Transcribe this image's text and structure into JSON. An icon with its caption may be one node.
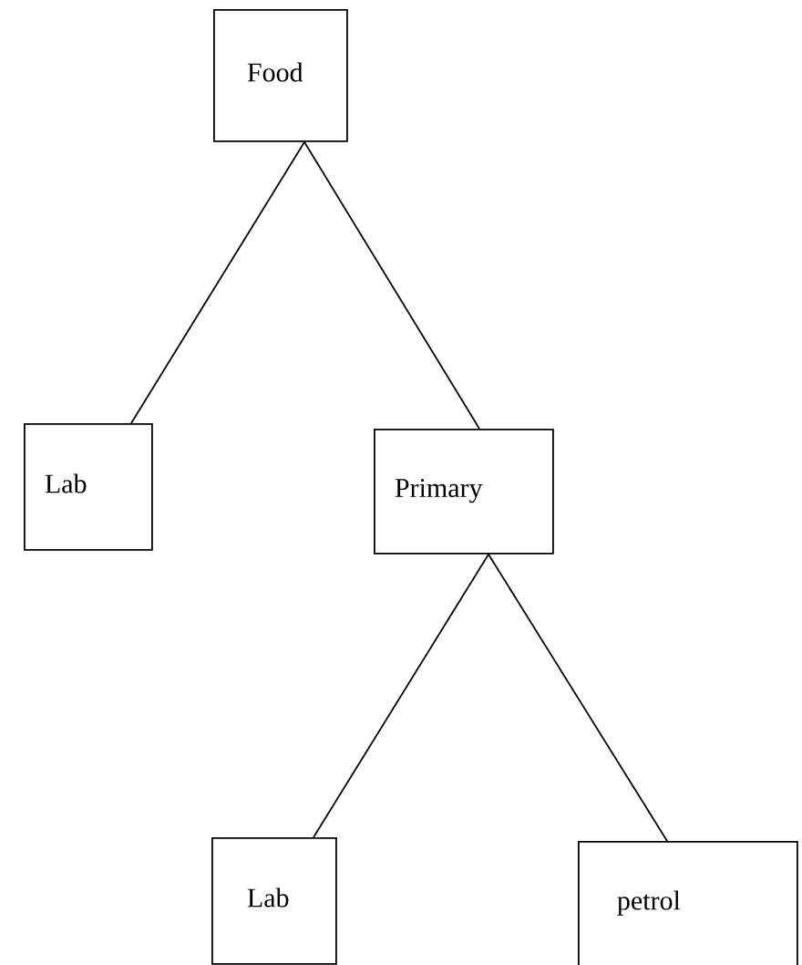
{
  "diagram": {
    "nodes": [
      {
        "text": [
          "Food"
        ]
      },
      {
        "text": [
          "Lab"
        ]
      },
      {
        "text": [
          "Primary"
        ]
      },
      {
        "text": [
          "Lab"
        ]
      },
      {
        "text": [
          "petrol"
        ]
      }
    ],
    "edges": [
      {
        "from": 0,
        "to": 1,
        "arrow": "none"
      },
      {
        "from": 0,
        "to": 2,
        "arrow": "none"
      },
      {
        "from": 2,
        "to": 3,
        "arrow": "none"
      },
      {
        "from": 2,
        "to": 4,
        "arrow": "none"
      }
    ]
  }
}
